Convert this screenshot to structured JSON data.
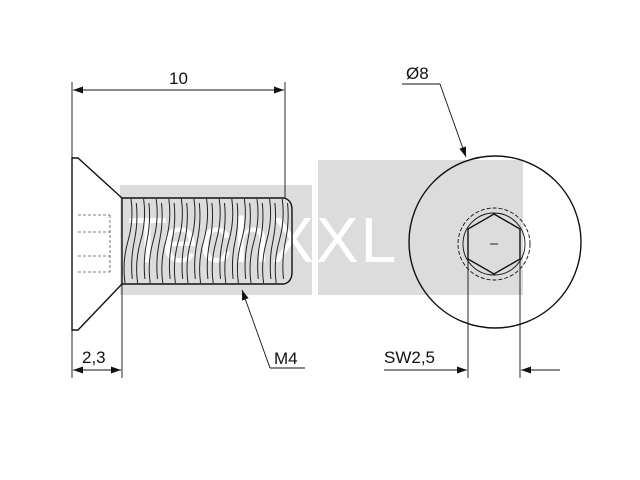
{
  "drawing": {
    "dimension_length": "10",
    "dimension_head_height": "2,3",
    "dimension_thread": "M4",
    "dimension_head_diameter": "Ø8",
    "dimension_socket_size": "SW2,5"
  },
  "watermark": {
    "text": "TechXXL"
  }
}
